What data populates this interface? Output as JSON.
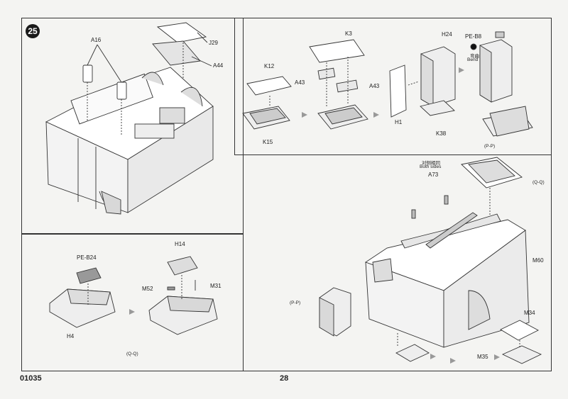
{
  "step": {
    "number": "25"
  },
  "panel_main": {
    "labels": {
      "a16": "A16",
      "j29": "J29",
      "a44": "A44"
    }
  },
  "panel_k": {
    "labels": {
      "k12": "K12",
      "k15": "K15",
      "k3": "K3",
      "a43_left": "A43",
      "a43_right": "A43",
      "h24": "H24",
      "h1": "H1",
      "k38": "K38",
      "pe_b8": "PE-B8",
      "bend_cn": "弯曲",
      "bend": "Bend",
      "ref": "(P-P)"
    }
  },
  "panel_h": {
    "labels": {
      "pe_b24": "PE-B24",
      "h4": "H4",
      "h14": "H14",
      "m52": "M52",
      "m31": "M31",
      "ref": "(Q-Q)"
    }
  },
  "panel_right": {
    "labels": {
      "both_sides_cn": "对侧相同",
      "both_sides": "Both sides",
      "a73": "A73",
      "qq": "(Q-Q)",
      "m60": "M60",
      "pp": "(P-P)",
      "m34": "M34",
      "m35": "M35"
    }
  },
  "footer": {
    "code": "01035",
    "page": "28"
  }
}
